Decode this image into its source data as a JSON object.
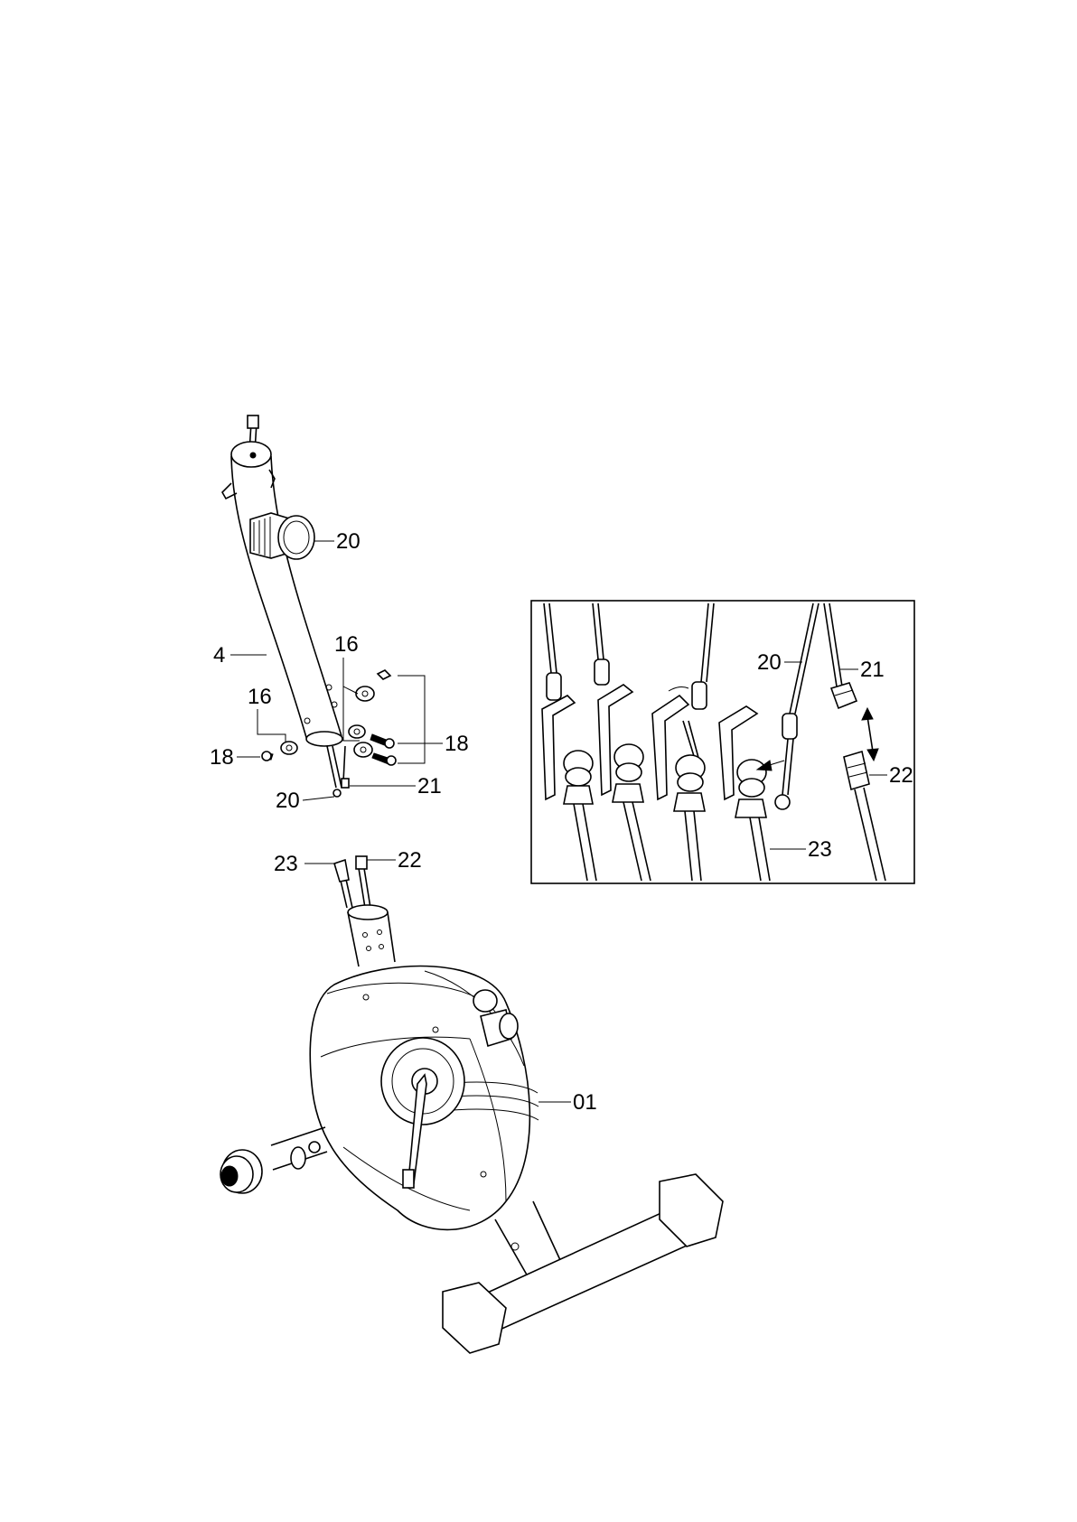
{
  "callouts": {
    "post_knob": "20",
    "post": "4",
    "washer_top": "16",
    "washer_left": "16",
    "bolt_right": "18",
    "bolt_left": "18",
    "cable_end": "20",
    "cable_wire": "21",
    "base_cable": "23",
    "base_connector": "22",
    "frame": "01",
    "detail_cable_20": "20",
    "detail_cable_21": "21",
    "detail_connector_22": "22",
    "detail_cable_23": "23"
  }
}
